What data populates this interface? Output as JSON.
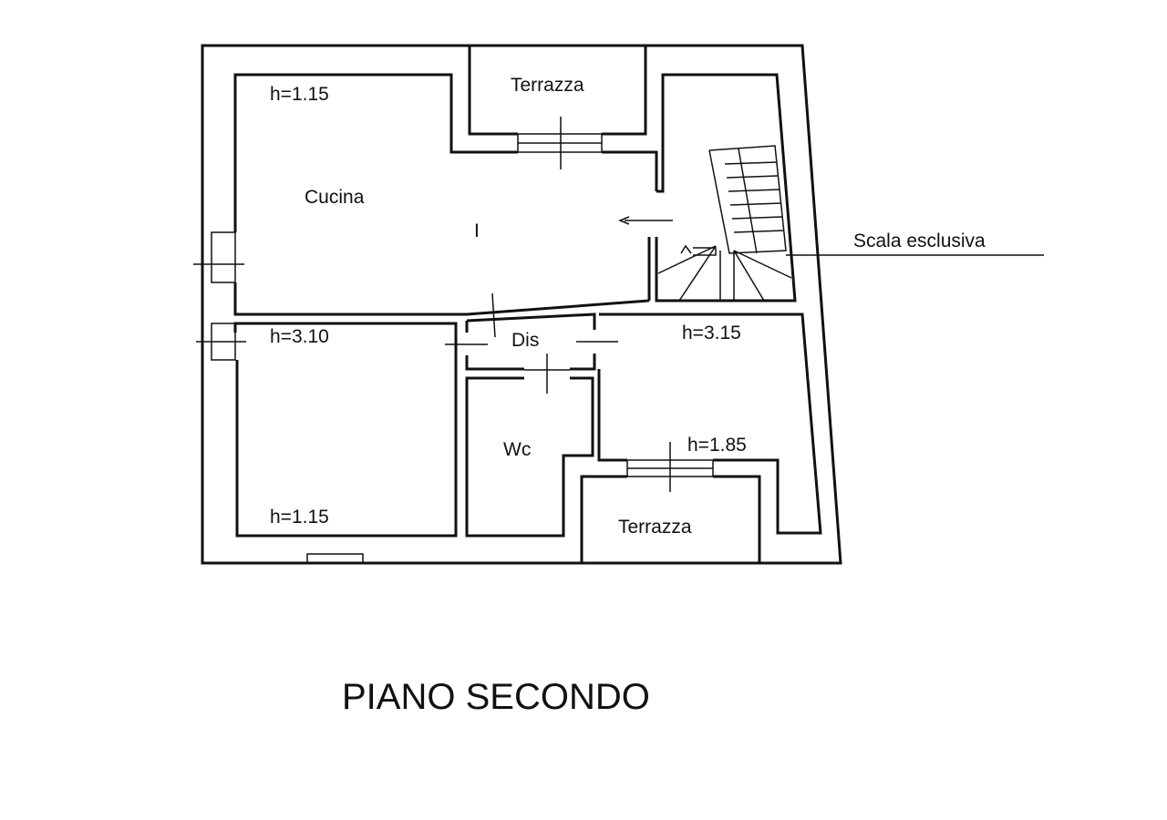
{
  "plan": {
    "title": "PIANO SECONDO",
    "rooms": {
      "cucina": "Cucina",
      "terrazza_top": "Terrazza",
      "terrazza_bottom": "Terrazza",
      "dis": "Dis",
      "wc": "Wc"
    },
    "heights": {
      "kitchen": "h=1.15",
      "left_room_top": "h=3.10",
      "left_room_bottom": "h=1.15",
      "right_room_top": "h=3.15",
      "right_room_bottom": "h=1.85"
    },
    "annotations": {
      "stair": "Scala esclusiva"
    }
  }
}
